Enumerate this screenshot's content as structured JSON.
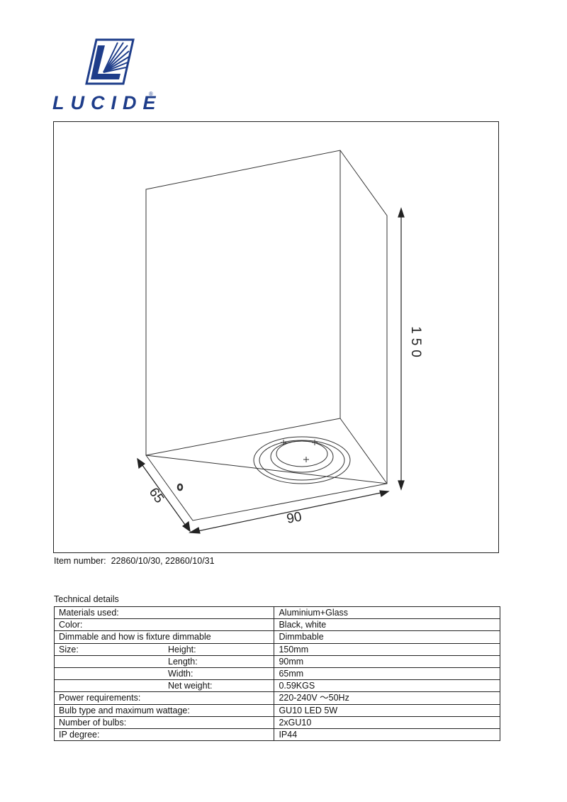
{
  "brand": {
    "name": "LUCIDE",
    "registered": "®"
  },
  "drawing": {
    "dim_height": "150",
    "dim_length": "90",
    "dim_width": "65"
  },
  "item": {
    "label": "Item number:",
    "value": "22860/10/30, 22860/10/31"
  },
  "technical": {
    "title": "Technical details",
    "rows": [
      {
        "label": "Materials used:",
        "sub": "",
        "value": "Aluminium+Glass"
      },
      {
        "label": "Color:",
        "sub": "",
        "value": "Black, white"
      },
      {
        "label": "Dimmable and how is fixture dimmable",
        "sub": "",
        "value": "Dimmbable"
      },
      {
        "label": "Size:",
        "sub": "Height:",
        "value": "150mm"
      },
      {
        "label": "",
        "sub": "Length:",
        "value": "90mm"
      },
      {
        "label": "",
        "sub": "Width:",
        "value": "65mm"
      },
      {
        "label": "",
        "sub": "Net weight:",
        "value": "0.59KGS"
      },
      {
        "label": "Power requirements:",
        "sub": "",
        "value": "220-240V ～50Hz"
      },
      {
        "label": "Bulb type and maximum wattage:",
        "sub": "",
        "value": "GU10 LED 5W"
      },
      {
        "label": "Number of bulbs:",
        "sub": "",
        "value": "2xGU10"
      },
      {
        "label": "IP degree:",
        "sub": "",
        "value": "IP44"
      }
    ]
  }
}
